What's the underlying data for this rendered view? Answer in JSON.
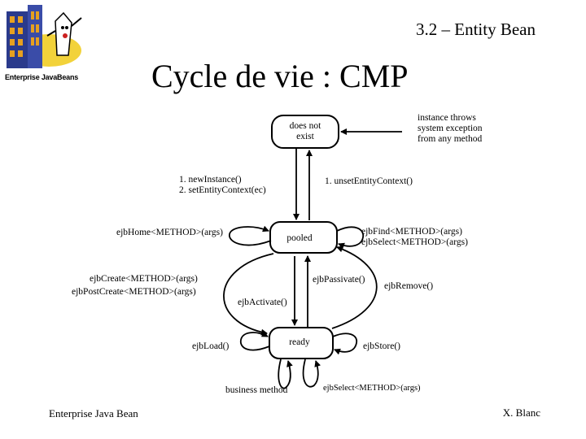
{
  "header": {
    "logo_text": "Enterprise JavaBeans",
    "section": "3.2 – Entity Bean",
    "title": "Cycle de vie : CMP"
  },
  "diagram": {
    "states": {
      "does_not_exist": [
        "does not",
        "exist"
      ],
      "pooled": "pooled",
      "ready": "ready"
    },
    "labels": {
      "instance_throws": [
        "instance throws",
        "system exception",
        "from any method"
      ],
      "new_instance": [
        "1. newInstance()",
        "2. setEntityContext(ec)"
      ],
      "unset_context": "1. unsetEntityContext()",
      "ejb_home": "ejbHome<METHOD>(args)",
      "ejb_find": "ejbFind<METHOD>(args)",
      "ejb_select_pooled": "ejbSelect<METHOD>(args)",
      "ejb_create": [
        "ejbCreate<METHOD>(args)",
        "ejbPostCreate<METHOD>(args)"
      ],
      "ejb_passivate": "ejbPassivate()",
      "ejb_remove": "ejbRemove()",
      "ejb_activate": "ejbActivate()",
      "ejb_load": "ejbLoad()",
      "ejb_store": "ejbStore()",
      "business_method": "business method",
      "ejb_select_ready": "ejbSelect<METHOD>(args)"
    }
  },
  "footer": {
    "left": "Enterprise Java Bean",
    "right": "X. Blanc"
  },
  "colors": {
    "logo_building": "#2a3a8c",
    "logo_window": "#e6a020",
    "logo_sun": "#f2d23a"
  }
}
